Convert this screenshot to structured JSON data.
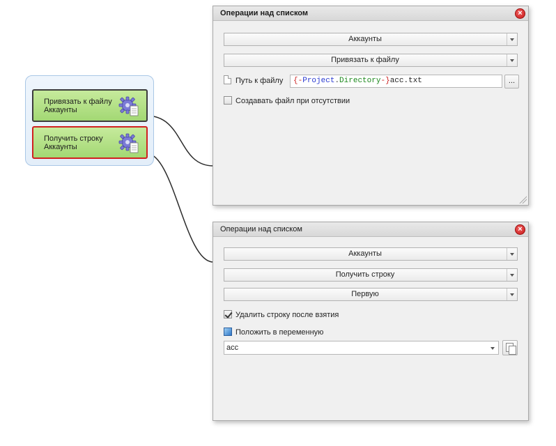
{
  "nodes": [
    {
      "line1": "Привязать к файлу",
      "line2": "Аккаунты",
      "icon": "gear-document-icon"
    },
    {
      "line1": "Получить строку",
      "line2": "Аккаунты",
      "icon": "gear-document-icon"
    }
  ],
  "panel1": {
    "title": "Операции над списком",
    "list_select": "Аккаунты",
    "operation_select": "Привязать к файлу",
    "path_label": "Путь к файлу",
    "path_value": {
      "brace_open": "{",
      "dash1": "-",
      "project": "Project",
      "dot": ".",
      "directory": "Directory",
      "dash2": "-",
      "brace_close": "}",
      "file": "acc.txt"
    },
    "browse_label": "...",
    "create_file_label": "Создавать файл при отсутствии",
    "create_file_checked": false
  },
  "panel2": {
    "title": "Операции над списком",
    "list_select": "Аккаунты",
    "operation_select": "Получить строку",
    "position_select": "Первую",
    "delete_line_label": "Удалить строку после взятия",
    "delete_line_checked": true,
    "save_var_label": "Положить в переменную",
    "variable_value": "acc"
  },
  "colors": {
    "node_fill": "#a3d874",
    "node1_border": "#3c3c3c",
    "node2_border": "#d12020",
    "group_border": "#a9c7e6",
    "panel_bg": "#f0f0f0",
    "close_red": "#c81818"
  }
}
